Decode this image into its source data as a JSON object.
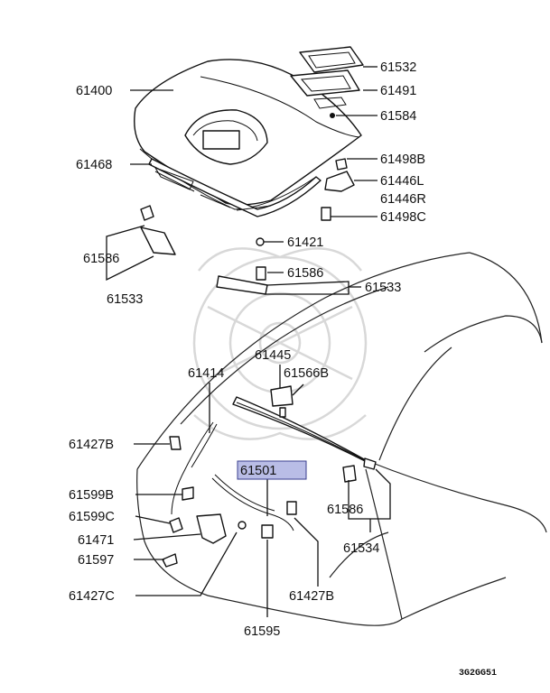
{
  "diagram_code": "3G2GG51",
  "highlight_color": "#b9bde6",
  "labels": {
    "p61400": "61400",
    "p61468": "61468",
    "p61532": "61532",
    "p61491": "61491",
    "p61584": "61584",
    "p61498b": "61498B",
    "p61446l": "61446L",
    "p61446r": "61446R",
    "p61498c": "61498C",
    "p61421": "61421",
    "p61586_left": "61586",
    "p61533_left": "61533",
    "p61586_center": "61586",
    "p61533_right": "61533",
    "p61445": "61445",
    "p61414": "61414",
    "p61566b": "61566B",
    "p61427b_left": "61427B",
    "p61501": "61501",
    "p61599b": "61599B",
    "p61599c": "61599C",
    "p61471": "61471",
    "p61597": "61597",
    "p61427c": "61427C",
    "p61586_right": "61586",
    "p61534": "61534",
    "p61427b_right": "61427B",
    "p61595": "61595"
  }
}
